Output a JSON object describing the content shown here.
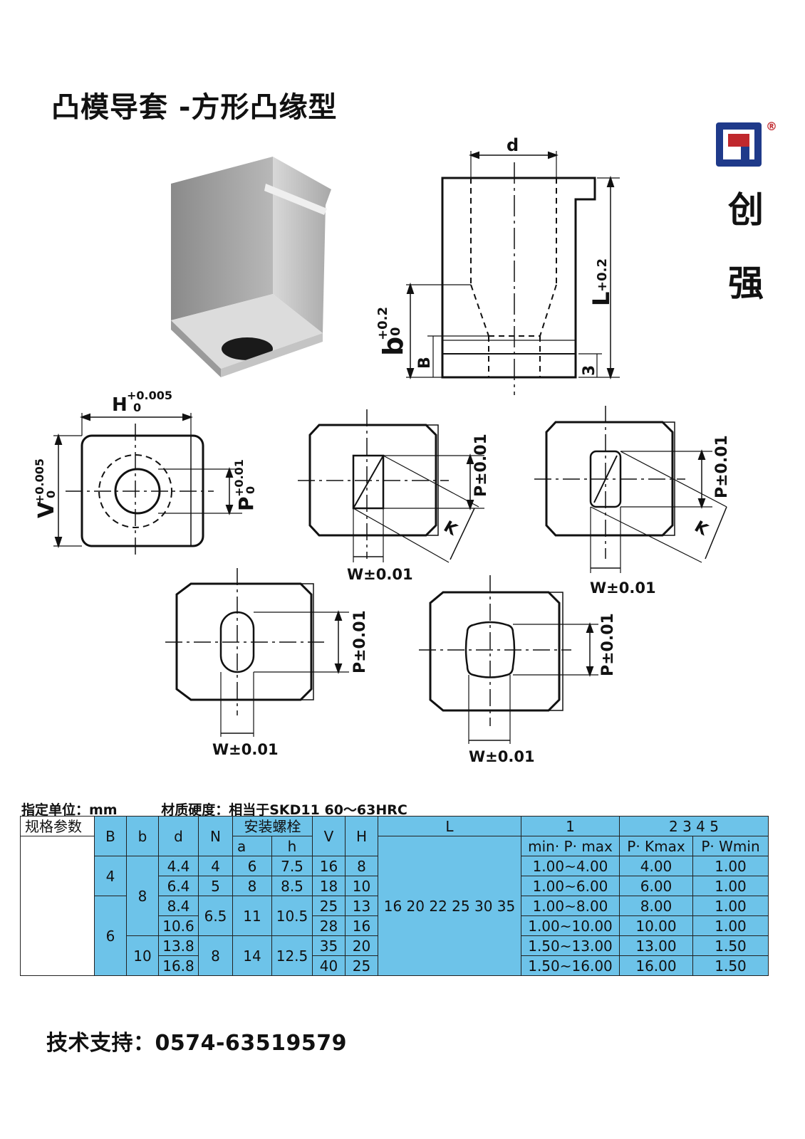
{
  "title": "凸模导套 -方形凸缘型",
  "brand": {
    "char1": "创",
    "char2": "强",
    "reg": "®",
    "colors": {
      "blue": "#1f3a8a",
      "red": "#c0282d"
    }
  },
  "labels": {
    "d": "d",
    "L": "L",
    "L_tol": "+0.2",
    "b": "b",
    "b_tol_up": "+0.2",
    "b_tol_low": "0",
    "B": "B",
    "three": "3",
    "H": "H",
    "H_tol_up": "+0.005",
    "H_tol_low": "0",
    "V": "V",
    "V_tol_up": "+0.005",
    "V_tol_low": "0",
    "P": "P",
    "P_tol_up": "+0.01",
    "P_tol_low": "0",
    "P_pm": "P±0.01",
    "W_pm": "W±0.01",
    "K": "K"
  },
  "units_line": {
    "unit": "指定单位：mm",
    "material": "材质硬度：相当于SKD11 60～63HRC"
  },
  "table": {
    "h_spec": "规格参数",
    "h_B": "B",
    "h_b": "b",
    "h_d": "d",
    "h_N": "N",
    "h_bolt": "安装螺栓",
    "h_a": "a",
    "h_h": "h",
    "h_V": "V",
    "h_H": "H",
    "h_L": "L",
    "h_g1": "1",
    "h_g2": "2 3 4 5",
    "h_minmax": "min· P· max",
    "h_kmax": "P· Kmax",
    "h_wmin": "P· Wmin",
    "L_values": "16 20 22 25 30 35",
    "B1": "4",
    "B2": "6",
    "b1": "8",
    "b2": "10",
    "N1": "4",
    "N2": "5",
    "N3": "6.5",
    "N4": "8",
    "a1": "6",
    "a2": "8",
    "a3": "11",
    "a4": "14",
    "hh1": "7.5",
    "hh2": "8.5",
    "hh3": "10.5",
    "hh4": "12.5",
    "rows": [
      {
        "d": "4.4",
        "V": "16",
        "H": "8",
        "mm": "1.00~4.00",
        "k": "4.00",
        "w": "1.00"
      },
      {
        "d": "6.4",
        "V": "18",
        "H": "10",
        "mm": "1.00~6.00",
        "k": "6.00",
        "w": "1.00"
      },
      {
        "d": "8.4",
        "V": "25",
        "H": "13",
        "mm": "1.00~8.00",
        "k": "8.00",
        "w": "1.00"
      },
      {
        "d": "10.6",
        "V": "28",
        "H": "16",
        "mm": "1.00~10.00",
        "k": "10.00",
        "w": "1.00"
      },
      {
        "d": "13.8",
        "V": "35",
        "H": "20",
        "mm": "1.50~13.00",
        "k": "13.00",
        "w": "1.50"
      },
      {
        "d": "16.8",
        "V": "40",
        "H": "25",
        "mm": "1.50~16.00",
        "k": "16.00",
        "w": "1.50"
      }
    ]
  },
  "support": "技术支持：0574-63519579"
}
